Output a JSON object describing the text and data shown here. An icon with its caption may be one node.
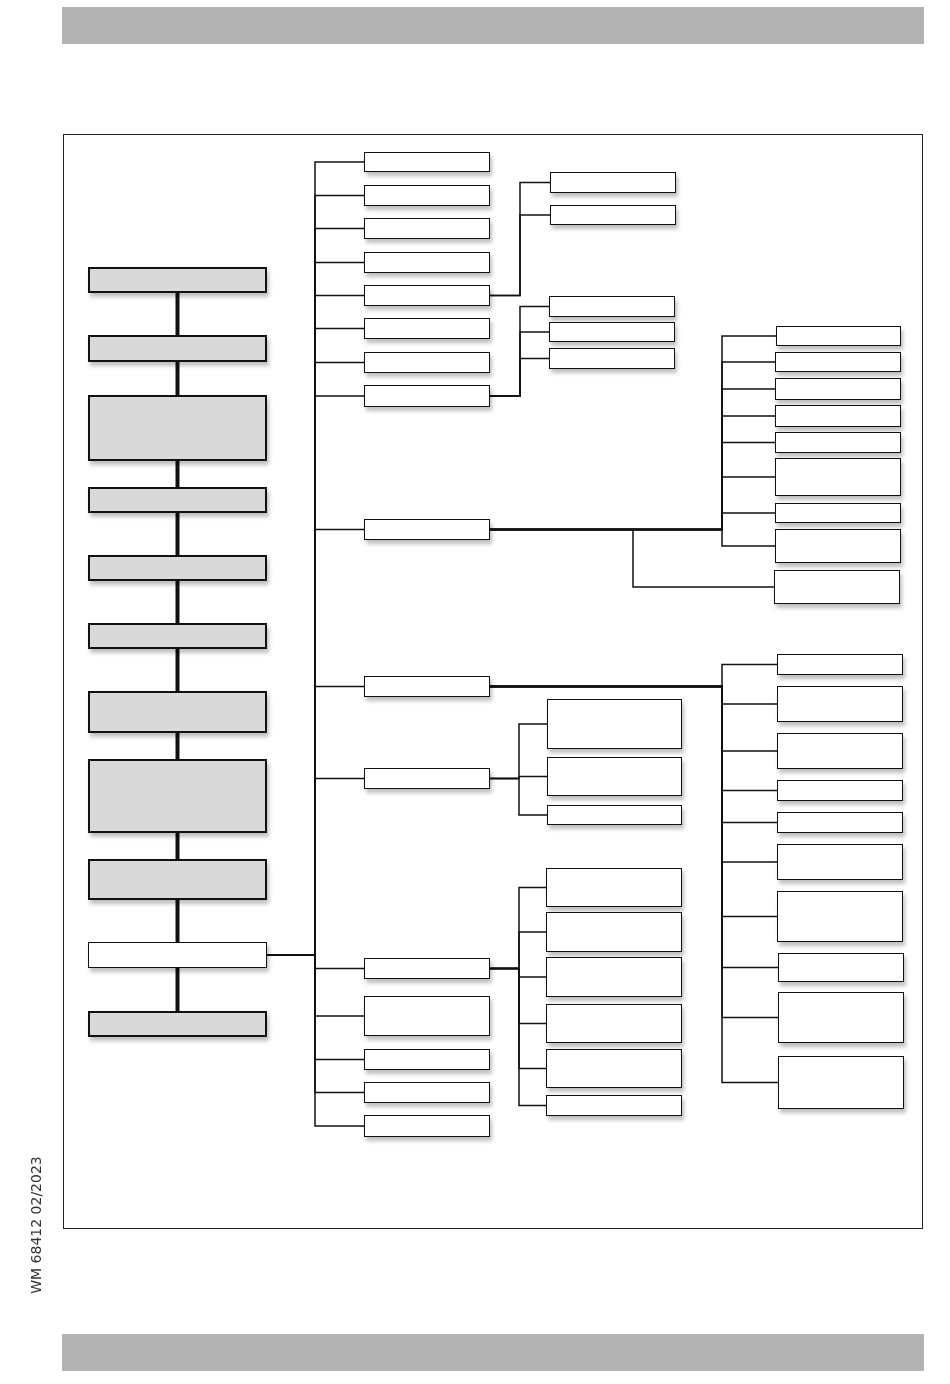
{
  "diagram": {
    "nodes": [
      {
        "text": [],
        "shape": "box"
      },
      {
        "text": [],
        "shape": "box"
      },
      {
        "text": [],
        "shape": "box"
      },
      {
        "text": [],
        "shape": "box"
      },
      {
        "text": [],
        "shape": "box"
      },
      {
        "text": [],
        "shape": "box"
      },
      {
        "text": [],
        "shape": "box"
      },
      {
        "text": [],
        "shape": "box"
      },
      {
        "text": [],
        "shape": "box"
      },
      {
        "text": [],
        "shape": "box"
      },
      {
        "text": [],
        "shape": "box"
      },
      {
        "text": [],
        "shape": "box"
      },
      {
        "text": [],
        "shape": "box"
      },
      {
        "text": [],
        "shape": "box"
      },
      {
        "text": [],
        "shape": "box"
      },
      {
        "text": [],
        "shape": "box"
      },
      {
        "text": [],
        "shape": "box"
      },
      {
        "text": [],
        "shape": "box"
      },
      {
        "text": [],
        "shape": "box"
      },
      {
        "text": [],
        "shape": "box"
      },
      {
        "text": [],
        "shape": "box"
      },
      {
        "text": [],
        "shape": "box"
      },
      {
        "text": [],
        "shape": "box"
      },
      {
        "text": [],
        "shape": "box"
      },
      {
        "text": [],
        "shape": "box"
      },
      {
        "text": [],
        "shape": "box"
      },
      {
        "text": [],
        "shape": "box"
      },
      {
        "text": [],
        "shape": "box"
      },
      {
        "text": [],
        "shape": "box"
      },
      {
        "text": [],
        "shape": "box"
      },
      {
        "text": [],
        "shape": "box"
      },
      {
        "text": [],
        "shape": "box"
      },
      {
        "text": [],
        "shape": "box"
      },
      {
        "text": [],
        "shape": "box"
      },
      {
        "text": [],
        "shape": "box"
      },
      {
        "text": [],
        "shape": "box"
      },
      {
        "text": [],
        "shape": "box"
      },
      {
        "text": [],
        "shape": "box"
      },
      {
        "text": [],
        "shape": "box"
      },
      {
        "text": [],
        "shape": "box"
      },
      {
        "text": [],
        "shape": "box"
      },
      {
        "text": [],
        "shape": "box"
      },
      {
        "text": [],
        "shape": "box"
      },
      {
        "text": [],
        "shape": "box"
      },
      {
        "text": [],
        "shape": "box"
      },
      {
        "text": [],
        "shape": "box"
      },
      {
        "text": [],
        "shape": "box"
      },
      {
        "text": [],
        "shape": "box"
      },
      {
        "text": [],
        "shape": "box"
      },
      {
        "text": [],
        "shape": "box"
      },
      {
        "text": [],
        "shape": "box"
      },
      {
        "text": [],
        "shape": "box"
      },
      {
        "text": [],
        "shape": "box"
      },
      {
        "text": [],
        "shape": "box"
      },
      {
        "text": [],
        "shape": "box"
      },
      {
        "text": [],
        "shape": "box"
      },
      {
        "text": [],
        "shape": "box"
      },
      {
        "text": [],
        "shape": "box"
      },
      {
        "text": [],
        "shape": "box"
      },
      {
        "text": [],
        "shape": "box"
      }
    ],
    "edges": [
      {
        "from": 0,
        "to": 1,
        "arrow": "none",
        "style": "thick"
      },
      {
        "from": 1,
        "to": 2,
        "arrow": "none",
        "style": "thick"
      },
      {
        "from": 2,
        "to": 3,
        "arrow": "none",
        "style": "thick"
      },
      {
        "from": 3,
        "to": 4,
        "arrow": "none",
        "style": "thick"
      },
      {
        "from": 4,
        "to": 5,
        "arrow": "none",
        "style": "thick"
      },
      {
        "from": 5,
        "to": 6,
        "arrow": "none",
        "style": "thick"
      },
      {
        "from": 6,
        "to": 7,
        "arrow": "none",
        "style": "thick"
      },
      {
        "from": 7,
        "to": 8,
        "arrow": "none",
        "style": "thick"
      },
      {
        "from": 8,
        "to": 9,
        "arrow": "none",
        "style": "thick"
      },
      {
        "from": 9,
        "to": 10,
        "arrow": "none",
        "style": "thick"
      },
      {
        "from": 9,
        "to": 11,
        "arrow": "none"
      },
      {
        "from": 9,
        "to": 12,
        "arrow": "none"
      },
      {
        "from": 9,
        "to": 13,
        "arrow": "none"
      },
      {
        "from": 9,
        "to": 14,
        "arrow": "none"
      },
      {
        "from": 9,
        "to": 15,
        "arrow": "none"
      },
      {
        "from": 9,
        "to": 16,
        "arrow": "none"
      },
      {
        "from": 9,
        "to": 17,
        "arrow": "none"
      },
      {
        "from": 9,
        "to": 18,
        "arrow": "none"
      },
      {
        "from": 9,
        "to": 19,
        "arrow": "none"
      },
      {
        "from": 9,
        "to": 20,
        "arrow": "none"
      },
      {
        "from": 9,
        "to": 21,
        "arrow": "none"
      },
      {
        "from": 9,
        "to": 22,
        "arrow": "none"
      },
      {
        "from": 9,
        "to": 23,
        "arrow": "none"
      },
      {
        "from": 9,
        "to": 24,
        "arrow": "none"
      },
      {
        "from": 9,
        "to": 25,
        "arrow": "none"
      },
      {
        "from": 9,
        "to": 26,
        "arrow": "none"
      },
      {
        "from": 15,
        "to": 27,
        "arrow": "none"
      },
      {
        "from": 15,
        "to": 28,
        "arrow": "none"
      },
      {
        "from": 18,
        "to": 29,
        "arrow": "none"
      },
      {
        "from": 18,
        "to": 30,
        "arrow": "none"
      },
      {
        "from": 18,
        "to": 31,
        "arrow": "none"
      },
      {
        "from": 19,
        "to": 32,
        "arrow": "none"
      },
      {
        "from": 19,
        "to": 33,
        "arrow": "none"
      },
      {
        "from": 19,
        "to": 34,
        "arrow": "none"
      },
      {
        "from": 19,
        "to": 35,
        "arrow": "none"
      },
      {
        "from": 19,
        "to": 36,
        "arrow": "none"
      },
      {
        "from": 19,
        "to": 37,
        "arrow": "none"
      },
      {
        "from": 19,
        "to": 38,
        "arrow": "none"
      },
      {
        "from": 19,
        "to": 39,
        "arrow": "none"
      },
      {
        "from": 19,
        "to": 40,
        "arrow": "none"
      },
      {
        "from": 20,
        "to": 41,
        "arrow": "none"
      },
      {
        "from": 20,
        "to": 42,
        "arrow": "none"
      },
      {
        "from": 20,
        "to": 43,
        "arrow": "none"
      },
      {
        "from": 20,
        "to": 44,
        "arrow": "none"
      },
      {
        "from": 20,
        "to": 45,
        "arrow": "none"
      },
      {
        "from": 20,
        "to": 46,
        "arrow": "none"
      },
      {
        "from": 20,
        "to": 47,
        "arrow": "none"
      },
      {
        "from": 20,
        "to": 48,
        "arrow": "none"
      },
      {
        "from": 20,
        "to": 49,
        "arrow": "none"
      },
      {
        "from": 20,
        "to": 50,
        "arrow": "none"
      },
      {
        "from": 21,
        "to": 51,
        "arrow": "none"
      },
      {
        "from": 21,
        "to": 52,
        "arrow": "none"
      },
      {
        "from": 21,
        "to": 53,
        "arrow": "none"
      },
      {
        "from": 22,
        "to": 54,
        "arrow": "none"
      },
      {
        "from": 22,
        "to": 55,
        "arrow": "none"
      },
      {
        "from": 22,
        "to": 56,
        "arrow": "none"
      },
      {
        "from": 22,
        "to": 57,
        "arrow": "none"
      },
      {
        "from": 22,
        "to": 58,
        "arrow": "none"
      },
      {
        "from": 22,
        "to": 59,
        "arrow": "none"
      }
    ],
    "labels": [
      "WM 68412 02/2023"
    ]
  }
}
